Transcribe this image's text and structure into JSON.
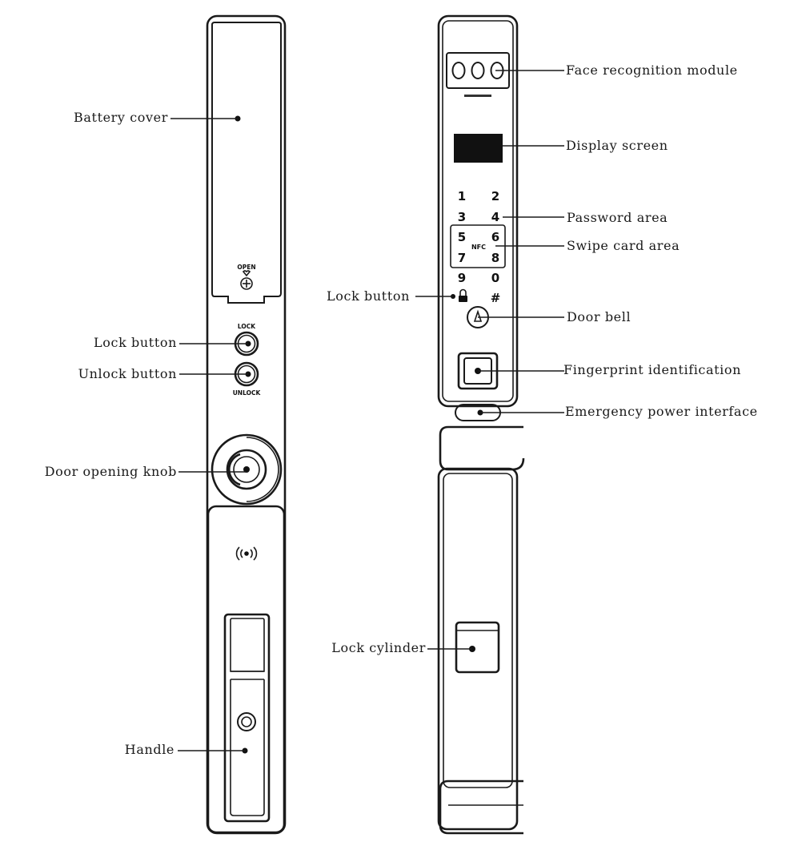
{
  "left_view": {
    "labels": {
      "battery_cover": "Battery cover",
      "lock_button": "Lock button",
      "unlock_button": "Unlock button",
      "door_opening_knob": "Door opening knob",
      "handle": "Handle"
    },
    "markings": {
      "open": "OPEN",
      "lock": "LOCK",
      "unlock": "UNLOCK"
    }
  },
  "right_view": {
    "labels": {
      "face_recognition_module": "Face recognition module",
      "display_screen": "Display screen",
      "password_area": "Password area",
      "swipe_card_area": "Swipe card area",
      "lock_button": "Lock button",
      "door_bell": "Door bell",
      "fingerprint_identification": "Fingerprint identification",
      "emergency_power_interface": "Emergency power interface",
      "lock_cylinder": "Lock cylinder"
    },
    "keypad": {
      "k1": "1",
      "k2": "2",
      "k3": "3",
      "k4": "4",
      "k5": "5",
      "k6": "6",
      "k7": "7",
      "k8": "8",
      "k9": "9",
      "k0": "0",
      "hash": "#",
      "nfc": "NFC"
    }
  },
  "icons": {
    "nfc": "nfc-wave-icon",
    "padlock": "padlock-icon",
    "bell": "bell-icon",
    "fingerprint": "fingerprint-icon",
    "open_arrow": "heart-arrow-icon",
    "screw": "screw-icon"
  }
}
